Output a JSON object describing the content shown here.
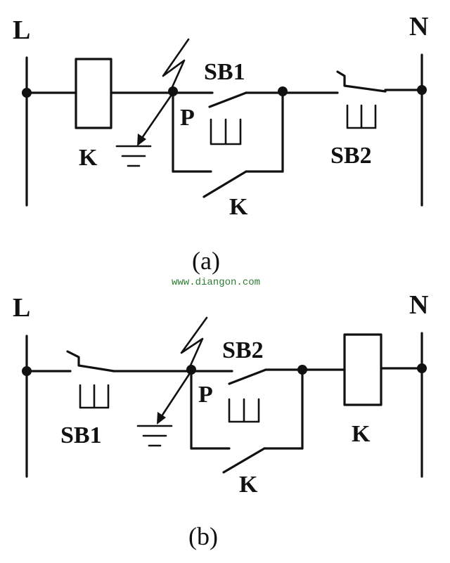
{
  "diagram_a": {
    "line_label": "L",
    "neutral_label": "N",
    "relay_label": "K",
    "contact_label": "K",
    "switch_label": "SB1",
    "node_label": "P",
    "stop_label": "SB2",
    "caption": "(a)"
  },
  "watermark": "www.diangon.com",
  "diagram_b": {
    "line_label": "L",
    "neutral_label": "N",
    "stop_label": "SB1",
    "switch_label": "SB2",
    "node_label": "P",
    "relay_label": "K",
    "contact_label": "K",
    "caption": "(b)"
  }
}
